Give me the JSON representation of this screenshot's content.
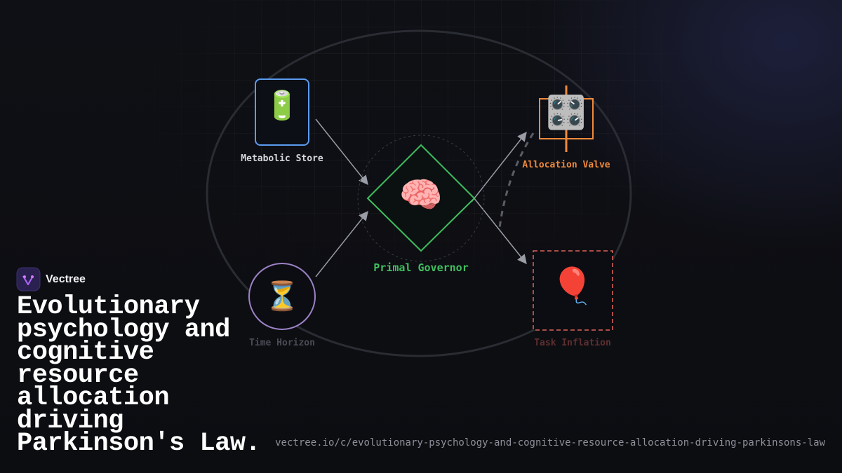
{
  "brand": {
    "name": "Vectree",
    "icon": "vectree-logo-icon"
  },
  "title": "Evolutionary psychology and cognitive resource allocation driving Parkinson's Law.",
  "url": "vectree.io/c/evolutionary-psychology-and-cognitive-resource-allocation-driving-parkinsons-law",
  "nodes": {
    "metabolic_store": {
      "label": "Metabolic Store",
      "icon": "battery-icon",
      "glyph": "🔋",
      "color": "#5b9cf0"
    },
    "time_horizon": {
      "label": "Time Horizon",
      "icon": "hourglass-icon",
      "glyph": "⏳",
      "color": "#b48ae0"
    },
    "primal_governor": {
      "label": "Primal Governor",
      "icon": "brain-icon",
      "glyph": "🧠",
      "color": "#3fbf5f"
    },
    "allocation_valve": {
      "label": "Allocation Valve",
      "icon": "control-knobs-icon",
      "glyph": "🎛️",
      "color": "#f08a3c"
    },
    "task_inflation": {
      "label": "Task Inflation",
      "icon": "balloon-icon",
      "glyph": "🎈",
      "color": "#e0645a"
    }
  }
}
